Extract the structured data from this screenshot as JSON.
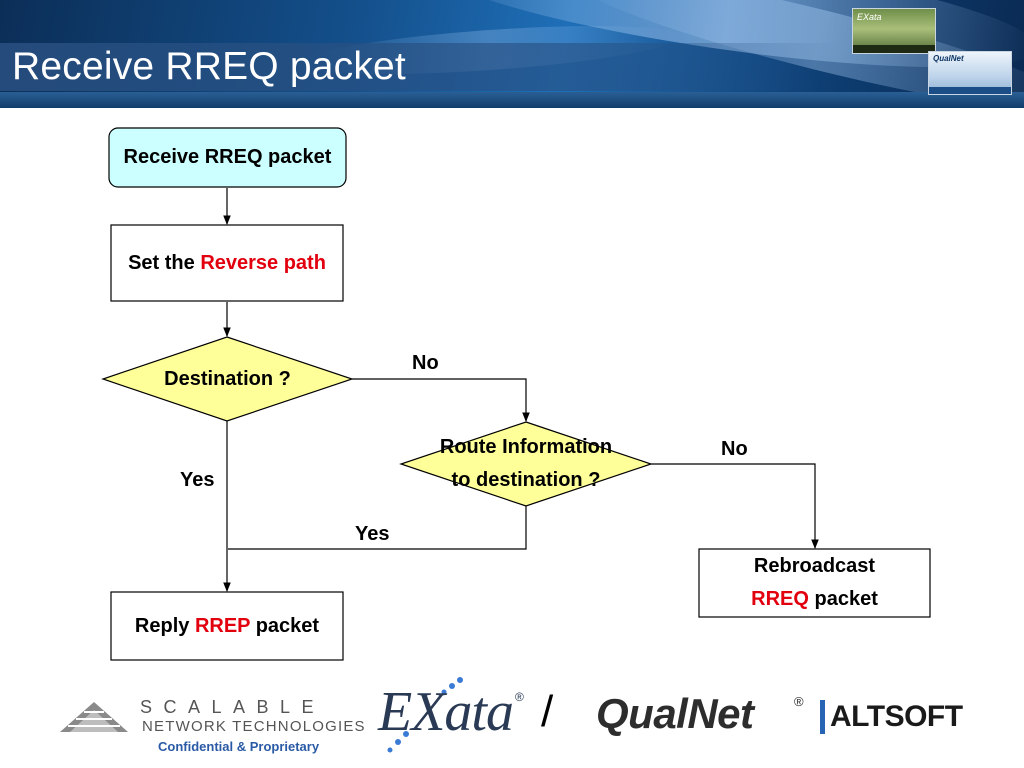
{
  "slide": {
    "title": "Receive RREQ packet"
  },
  "thumbnails": {
    "exata_label": "EXata",
    "qualnet_label": "QualNet"
  },
  "diagram": {
    "nodes": {
      "start": {
        "text": "Receive RREQ packet"
      },
      "reverse": {
        "prefix": "Set the ",
        "highlight": "Reverse path"
      },
      "destination": {
        "text": "Destination ?"
      },
      "route": {
        "line1": "Route Information",
        "line2": "to destination ?"
      },
      "reply": {
        "prefix": "Reply ",
        "highlight": "RREP",
        "suffix": " packet"
      },
      "rebroadcast": {
        "line1": "Rebroadcast",
        "highlight": "RREQ",
        "suffix": " packet"
      }
    },
    "edges": {
      "dest_no": "No",
      "dest_yes": "Yes",
      "route_no": "No",
      "route_yes": "Yes"
    },
    "colors": {
      "start_fill": "#ccffff",
      "decision_fill": "#ffff99",
      "highlight": "#e2000f"
    }
  },
  "footer": {
    "company_name": "SCALABLE",
    "company_sub": "NETWORK TECHNOLOGIES",
    "confidential": "Confidential & Proprietary",
    "exata_logo": "EXata",
    "exata_reg": "®",
    "separator": "/",
    "qualnet_logo": "QualNet",
    "qualnet_reg": "®",
    "altsoft_logo": "ALTSOFT"
  }
}
